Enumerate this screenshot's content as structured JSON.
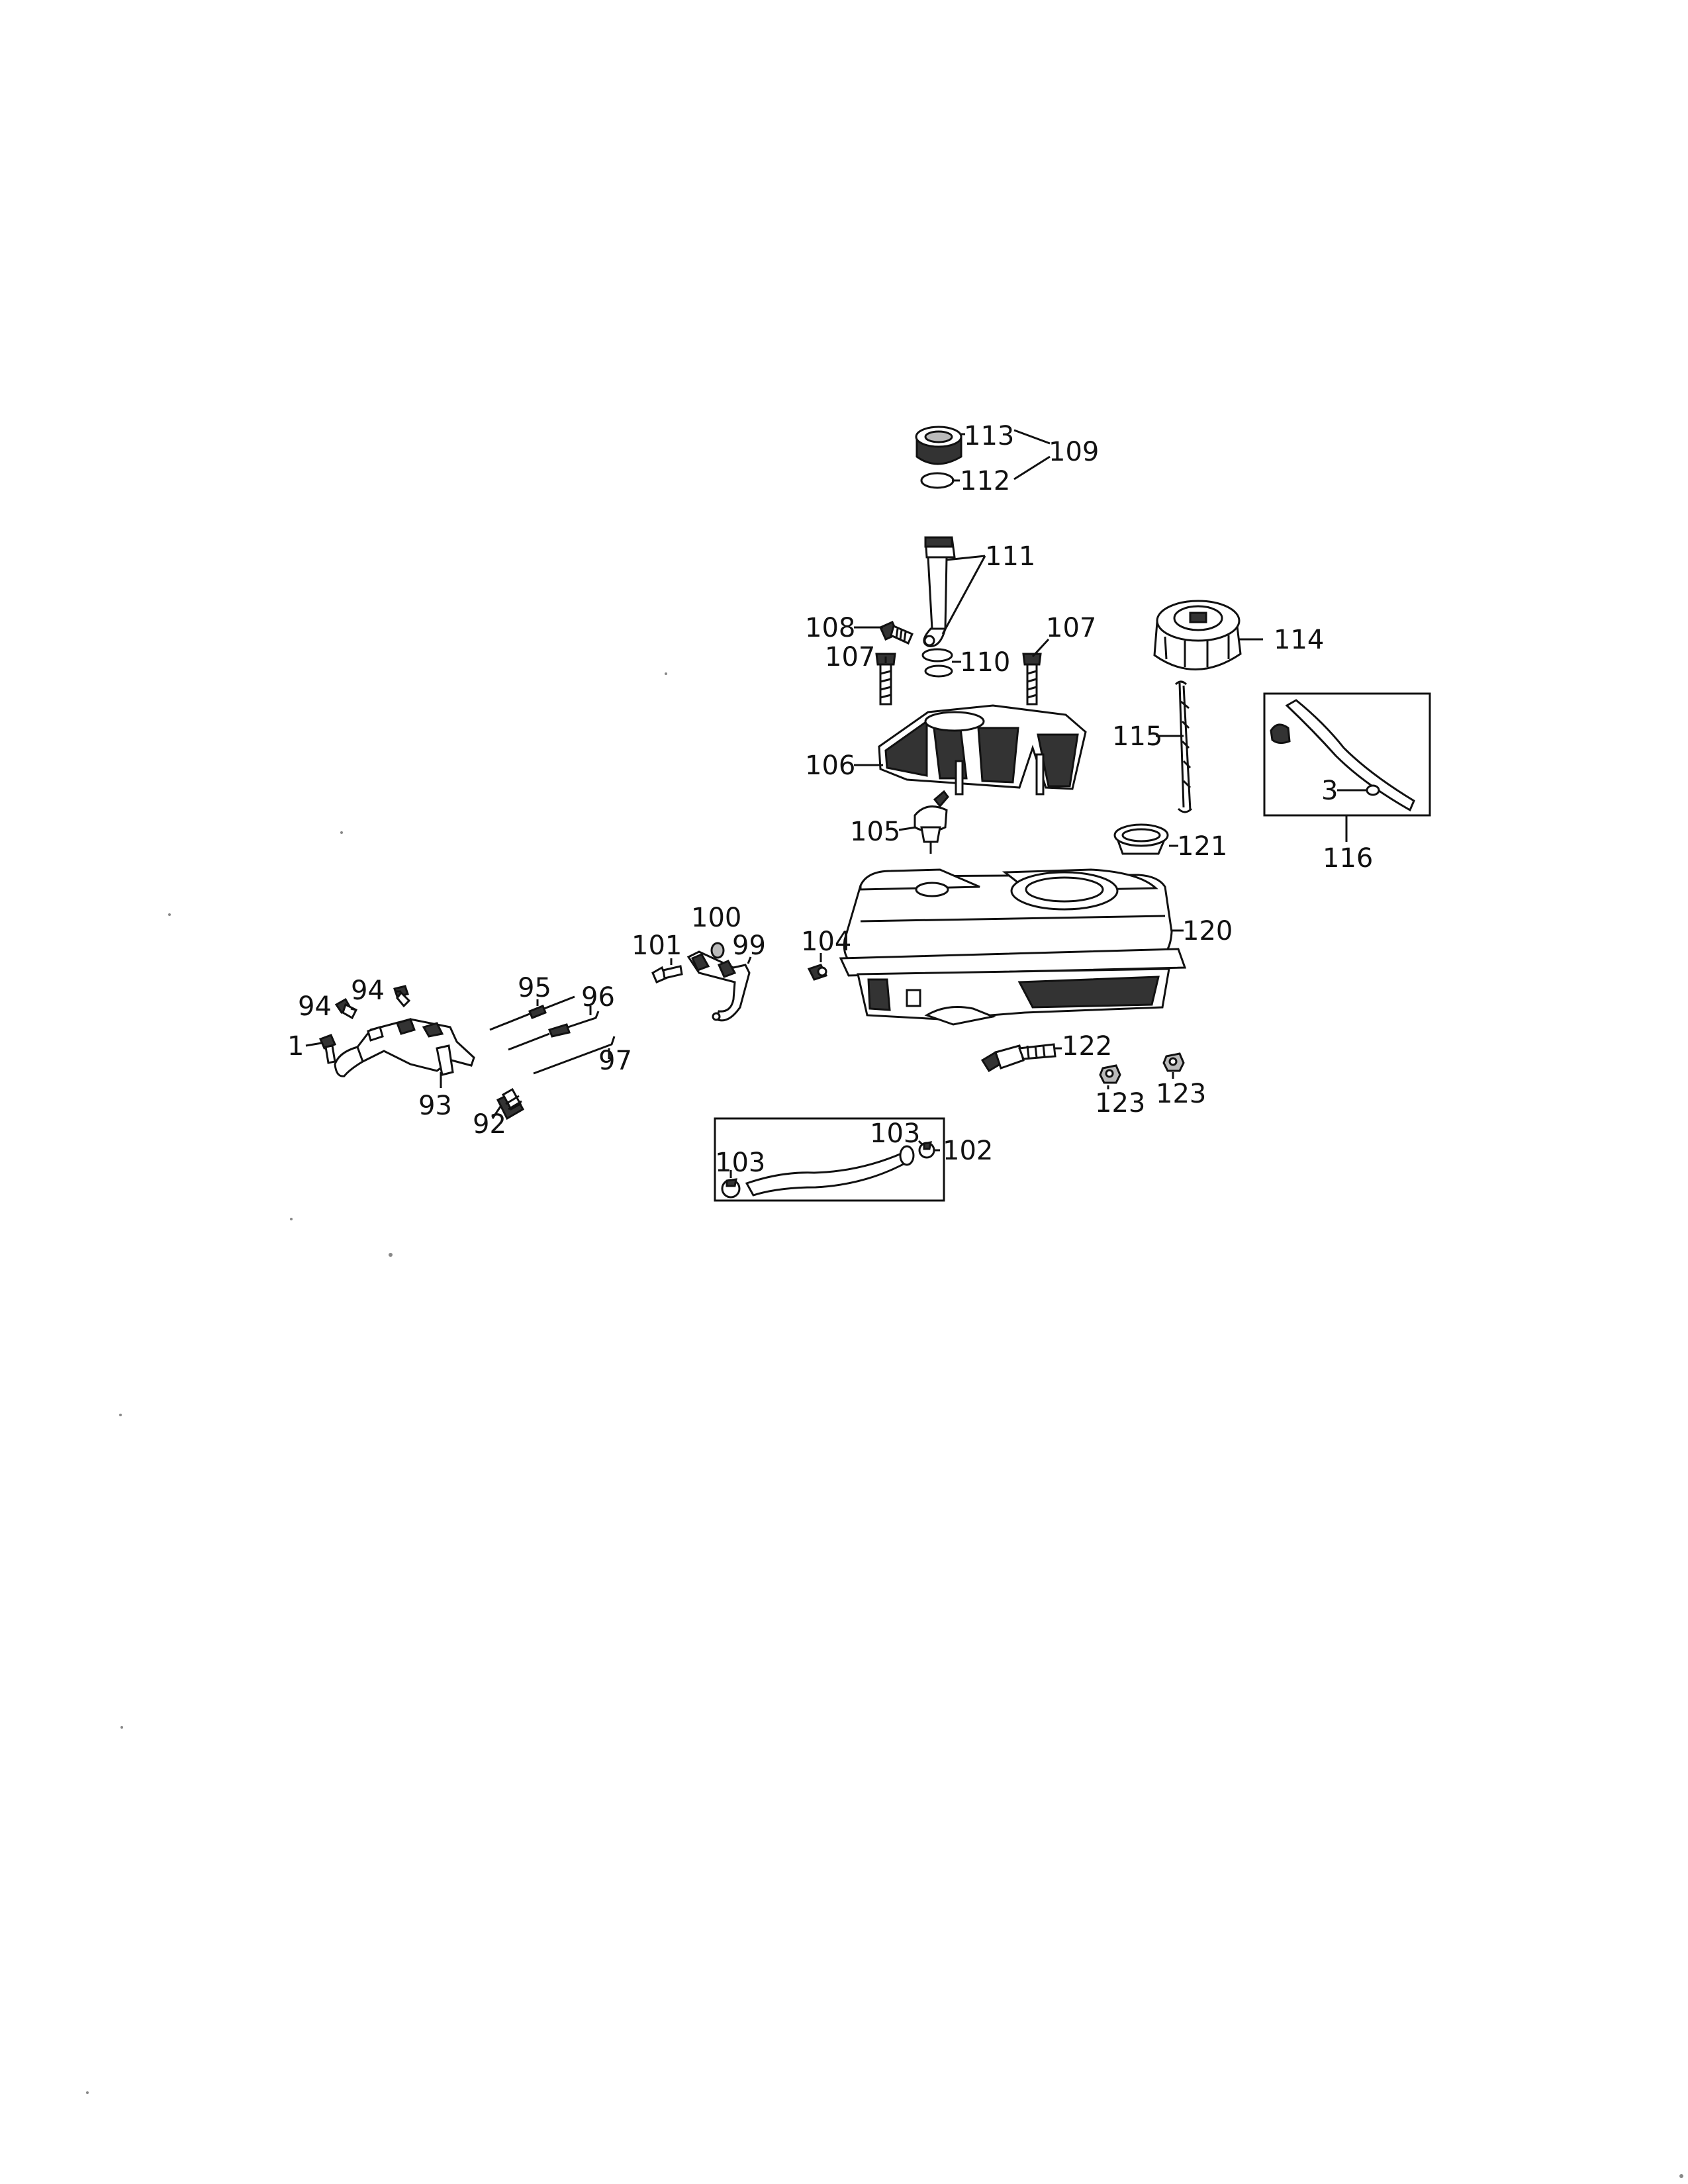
{
  "diagram": {
    "labels": [
      {
        "id": "l113",
        "text": "113"
      },
      {
        "id": "l109",
        "text": "109"
      },
      {
        "id": "l112",
        "text": "112"
      },
      {
        "id": "l111",
        "text": "111"
      },
      {
        "id": "l108",
        "text": "108"
      },
      {
        "id": "l107a",
        "text": "107"
      },
      {
        "id": "l107b",
        "text": "107"
      },
      {
        "id": "l110",
        "text": "110"
      },
      {
        "id": "l114",
        "text": "114"
      },
      {
        "id": "l115",
        "text": "115"
      },
      {
        "id": "l106",
        "text": "106"
      },
      {
        "id": "l3",
        "text": "3"
      },
      {
        "id": "l116",
        "text": "116"
      },
      {
        "id": "l105",
        "text": "105"
      },
      {
        "id": "l121",
        "text": "121"
      },
      {
        "id": "l120",
        "text": "120"
      },
      {
        "id": "l100",
        "text": "100"
      },
      {
        "id": "l101",
        "text": "101"
      },
      {
        "id": "l99",
        "text": "99"
      },
      {
        "id": "l104",
        "text": "104"
      },
      {
        "id": "l95",
        "text": "95"
      },
      {
        "id": "l96",
        "text": "96"
      },
      {
        "id": "l94a",
        "text": "94"
      },
      {
        "id": "l94b",
        "text": "94"
      },
      {
        "id": "l1",
        "text": "1"
      },
      {
        "id": "l97",
        "text": "97"
      },
      {
        "id": "l93",
        "text": "93"
      },
      {
        "id": "l92",
        "text": "92"
      },
      {
        "id": "l122",
        "text": "122"
      },
      {
        "id": "l123a",
        "text": "123"
      },
      {
        "id": "l123b",
        "text": "123"
      },
      {
        "id": "l103a",
        "text": "103"
      },
      {
        "id": "l103b",
        "text": "103"
      },
      {
        "id": "l102",
        "text": "102"
      }
    ]
  }
}
